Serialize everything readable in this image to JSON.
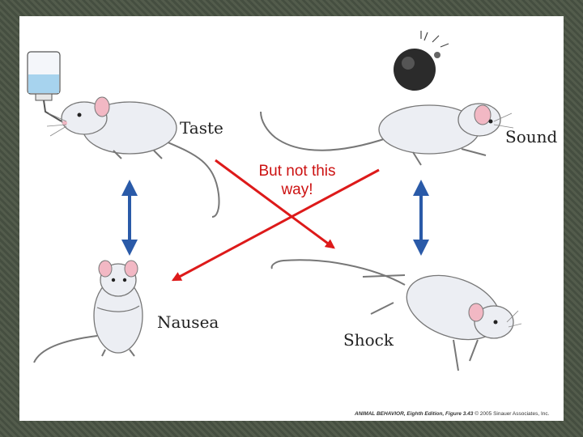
{
  "labels": {
    "taste": "Taste",
    "sound": "Sound",
    "nausea": "Nausea",
    "shock": "Shock"
  },
  "note": {
    "line1": "But not this",
    "line2": "way!"
  },
  "credit": {
    "title": "ANIMAL BEHAVIOR, Eighth Edition, Figure 3.43",
    "copyright": "© 2005 Sinauer Associates, Inc."
  },
  "colors": {
    "frame": "#4b5445",
    "arrow_blue": "#2a5aa8",
    "arrow_red": "#dd1a1a",
    "rat_body": "#eceef3",
    "rat_pink": "#f2b8c4"
  }
}
